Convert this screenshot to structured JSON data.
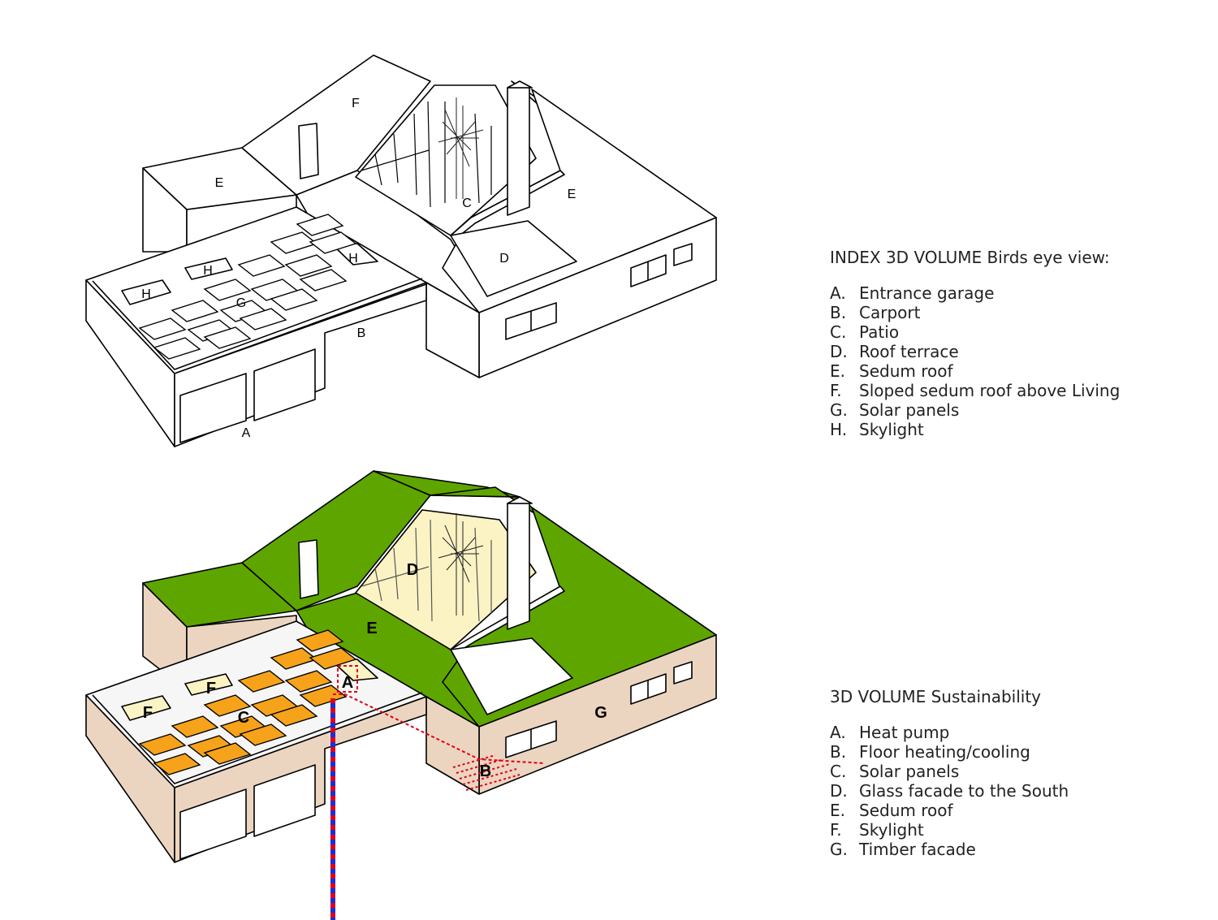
{
  "index_view": {
    "title": "INDEX 3D VOLUME Birds eye view:",
    "items": [
      {
        "key": "A.",
        "text": "Entrance garage"
      },
      {
        "key": "B.",
        "text": "Carport"
      },
      {
        "key": "C.",
        "text": "Patio"
      },
      {
        "key": "D.",
        "text": "Roof terrace"
      },
      {
        "key": "E.",
        "text": "Sedum roof"
      },
      {
        "key": "F.",
        "text": "Sloped sedum roof above Living"
      },
      {
        "key": "G.",
        "text": "Solar panels"
      },
      {
        "key": "H.",
        "text": "Skylight"
      }
    ],
    "drawing_labels": {
      "a": "A",
      "b": "B",
      "c": "C",
      "d": "D",
      "e1": "E",
      "e2": "E",
      "f": "F",
      "g": "G",
      "h1": "H",
      "h2": "H",
      "h3": "H"
    }
  },
  "sustainability_view": {
    "title": "3D VOLUME Sustainability",
    "items": [
      {
        "key": "A.",
        "text": "Heat pump"
      },
      {
        "key": "B.",
        "text": "Floor heating/cooling"
      },
      {
        "key": "C.",
        "text": "Solar panels"
      },
      {
        "key": "D.",
        "text": "Glass facade to the South"
      },
      {
        "key": "E.",
        "text": "Sedum roof"
      },
      {
        "key": "F.",
        "text": "Skylight"
      },
      {
        "key": "G.",
        "text": "Timber facade"
      }
    ],
    "drawing_labels": {
      "a": "A",
      "b": "B",
      "c": "C",
      "d": "D",
      "e": "E",
      "f1": "F",
      "f2": "F",
      "g": "G"
    }
  },
  "colors": {
    "sedum": "#5fa500",
    "facade": "#ecd5c0",
    "solar": "#f6a31b",
    "glass": "#fbf3c4",
    "pipe_red": "#e0001b",
    "pipe_blue": "#1a2fd6",
    "outline": "#000000"
  }
}
